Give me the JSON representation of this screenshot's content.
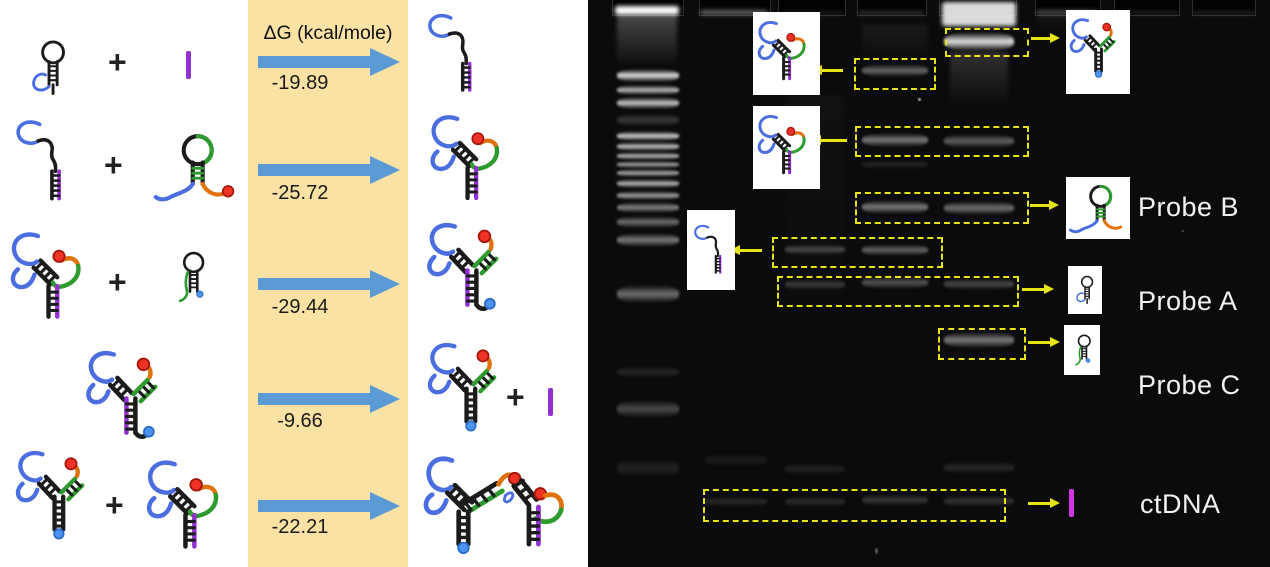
{
  "figure": {
    "left_panel": {
      "header": "ΔG (kcal/mole)",
      "plus_sign": "+",
      "arrow_color": "#5B9BD5",
      "band_color": "#FAE2A4",
      "reactions": [
        {
          "dg": "-19.89",
          "reactants": [
            "probe-a-hairpin",
            "ctdna-strand"
          ],
          "product": "probe-a-ctdna-duplex"
        },
        {
          "dg": "-25.72",
          "reactants": [
            "probe-a-ctdna-duplex",
            "probe-b-hairpin"
          ],
          "product": "ab-ctdna-complex"
        },
        {
          "dg": "-29.44",
          "reactants": [
            "ab-ctdna-complex",
            "probe-c-hairpin"
          ],
          "product": "abc-ctdna-complex"
        },
        {
          "dg": "-9.66",
          "reactants": [
            "abc-ctdna-complex"
          ],
          "product": "abc-complex-plus-released-ctdna"
        },
        {
          "dg": "-22.21",
          "reactants": [
            "abc-complex",
            "ab-ctdna-complex"
          ],
          "product": "dimer-complex"
        }
      ]
    },
    "gel_panel": {
      "annotation_color": "#E8E312",
      "ctdna_symbol_color": "#D435E5",
      "band_labels": [
        {
          "text": "Probe B"
        },
        {
          "text": "Probe A"
        },
        {
          "text": "Probe C"
        },
        {
          "text": "ctDNA"
        }
      ],
      "inset_structures": [
        "ab-ctdna-complex",
        "ab-ctdna-complex",
        "probe-a-ctdna-duplex",
        "abc-complex",
        "probe-b-hairpin",
        "probe-a-hairpin",
        "probe-c-hairpin",
        "ctdna-strand"
      ]
    }
  }
}
